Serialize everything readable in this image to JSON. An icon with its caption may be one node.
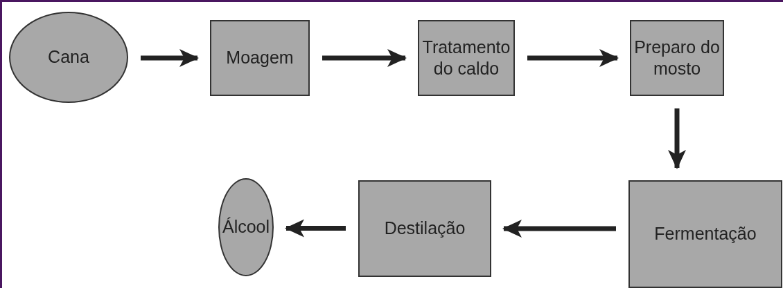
{
  "diagram": {
    "nodes": [
      {
        "text": [
          "Cana"
        ]
      },
      {
        "text": [
          "Moagem"
        ]
      },
      {
        "text": [
          "Tratamento do caldo"
        ]
      },
      {
        "text": [
          "Preparo do mosto"
        ]
      },
      {
        "text": [
          "Fermentação"
        ]
      },
      {
        "text": [
          "Destilação"
        ]
      },
      {
        "text": [
          "Álcool"
        ]
      }
    ],
    "edges": [
      {
        "from": 0,
        "to": 1,
        "arrow": "to"
      },
      {
        "from": 1,
        "to": 2,
        "arrow": "to"
      },
      {
        "from": 2,
        "to": 3,
        "arrow": "to"
      },
      {
        "from": 3,
        "to": 4,
        "arrow": "to"
      },
      {
        "from": 4,
        "to": 5,
        "arrow": "to"
      },
      {
        "from": 5,
        "to": 6,
        "arrow": "to"
      }
    ]
  }
}
